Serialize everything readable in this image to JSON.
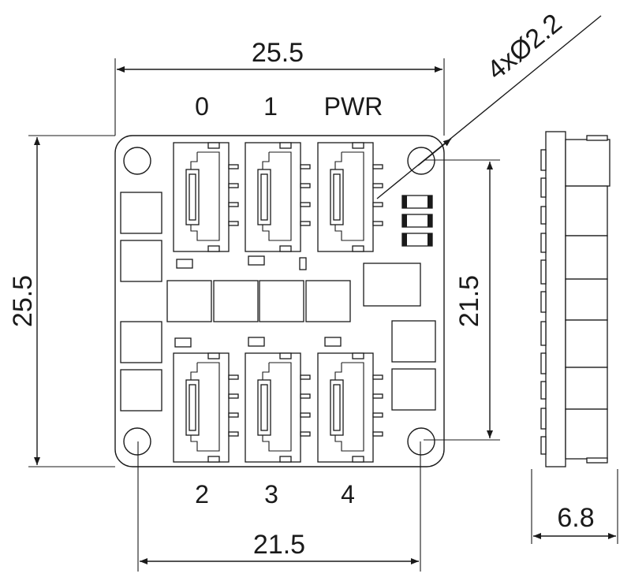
{
  "dimensions": {
    "top_width": "25.5",
    "left_height": "25.5",
    "hole_callout": "4xØ2.2",
    "right_hole_spacing": "21.5",
    "bottom_hole_spacing": "21.5",
    "side_thickness": "6.8"
  },
  "ports": {
    "top": [
      "0",
      "1",
      "PWR"
    ],
    "bottom": [
      "2",
      "3",
      "4"
    ]
  }
}
